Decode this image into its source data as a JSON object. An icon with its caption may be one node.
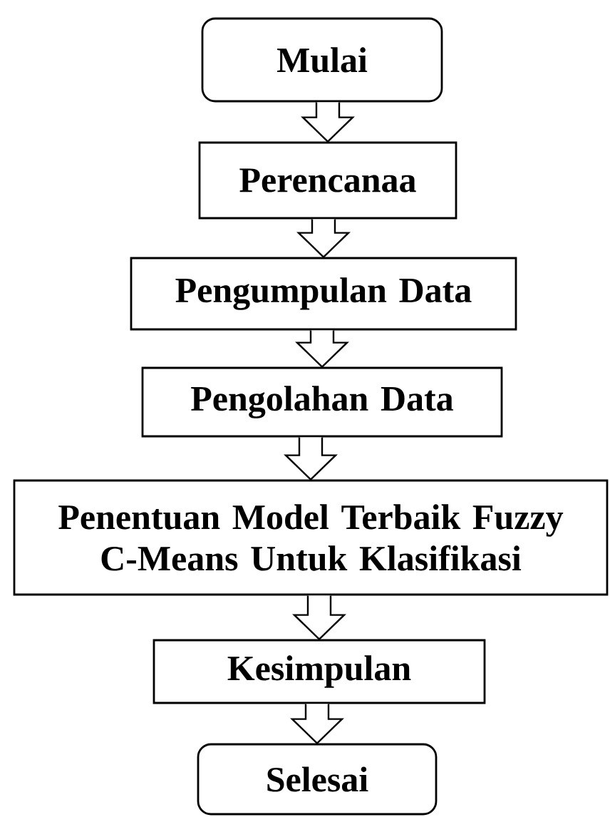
{
  "diagram": {
    "nodes": [
      {
        "text": [
          "Mulai"
        ]
      },
      {
        "text": [
          "Perencanaa"
        ]
      },
      {
        "text": [
          "Pengumpulan Data"
        ]
      },
      {
        "text": [
          "Pengolahan Data"
        ]
      },
      {
        "text": [
          "Penentuan Model Terbaik Fuzzy C-Means Untuk Klasifikasi"
        ]
      },
      {
        "text": [
          "Kesimpulan"
        ]
      },
      {
        "text": [
          "Selesai"
        ]
      }
    ],
    "edges": [
      {
        "from": 0,
        "to": 1,
        "arrow": "to"
      },
      {
        "from": 1,
        "to": 2,
        "arrow": "to"
      },
      {
        "from": 2,
        "to": 3,
        "arrow": "to"
      },
      {
        "from": 3,
        "to": 4,
        "arrow": "to"
      },
      {
        "from": 4,
        "to": 5,
        "arrow": "to"
      },
      {
        "from": 5,
        "to": 6,
        "arrow": "to"
      }
    ]
  }
}
